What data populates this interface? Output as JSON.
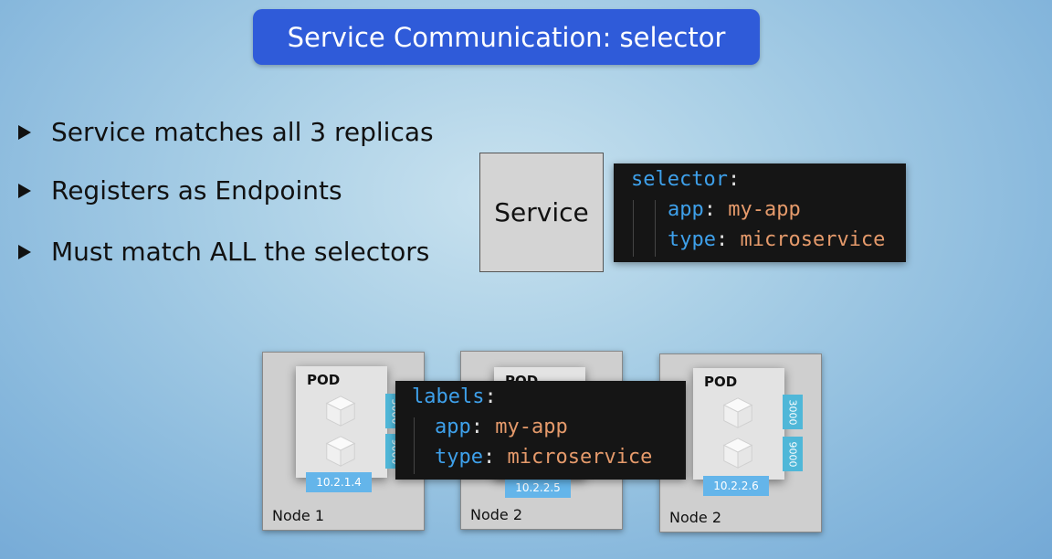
{
  "slide": {
    "title": "Service Communication: selector",
    "bullets": [
      "Service matches all 3 replicas",
      "Registers as Endpoints",
      "Must match ALL the selectors"
    ]
  },
  "service": {
    "label": "Service"
  },
  "selector_code": {
    "key": "selector",
    "colon": ":",
    "app_key": "app",
    "app_value": "my-app",
    "type_key": "type",
    "type_value": "microservice"
  },
  "labels_code": {
    "key": "labels",
    "colon": ":",
    "app_key": "app",
    "app_value": "my-app",
    "type_key": "type",
    "type_value": "microservice"
  },
  "nodes": [
    {
      "label": "Node 1",
      "pod_label": "POD",
      "ip": "10.2.1.4",
      "ports": [
        "3000",
        "9000"
      ]
    },
    {
      "label": "Node 2",
      "pod_label": "POD",
      "ip": "10.2.2.5",
      "ports": []
    },
    {
      "label": "Node 2",
      "pod_label": "POD",
      "ip": "10.2.2.6",
      "ports": [
        "3000",
        "9000"
      ]
    }
  ],
  "colors": {
    "title_bg": "#2f5bd9",
    "code_key": "#3ea0ea",
    "code_value": "#e59a6b",
    "ip_badge": "#64b5ea",
    "port_badge": "#4fb7d8"
  }
}
